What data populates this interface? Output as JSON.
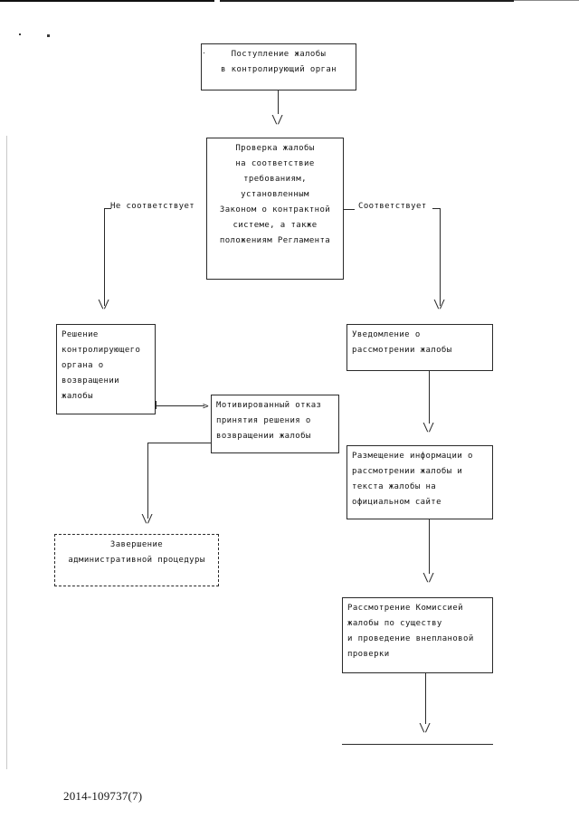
{
  "document": {
    "footer_code": "2014-109737(7)"
  },
  "flow": {
    "nodes": [
      {
        "id": "intake",
        "style": "solid",
        "align": "center",
        "lines": [
          "Поступление жалобы",
          "в контролирующий орган"
        ]
      },
      {
        "id": "check",
        "style": "solid",
        "align": "center",
        "lines": [
          "Проверка жалобы",
          "на соответствие",
          "требованиям,",
          "установленным",
          "Законом о контрактной",
          "системе, а также",
          "положениям Регламента"
        ]
      },
      {
        "id": "decision-return",
        "style": "solid",
        "align": "left",
        "lines": [
          "Решение",
          "контролирующего",
          "органа о",
          "возвращении",
          "жалобы"
        ]
      },
      {
        "id": "motivated-refusal",
        "style": "solid",
        "align": "left",
        "lines": [
          "Мотивированный отказ",
          "принятия решения о",
          "возвращении жалобы"
        ]
      },
      {
        "id": "completion",
        "style": "dashed",
        "align": "center",
        "lines": [
          "Завершение",
          "административной процедуры"
        ]
      },
      {
        "id": "notification",
        "style": "solid",
        "align": "left",
        "lines": [
          "Уведомление о",
          "рассмотрении жалобы"
        ]
      },
      {
        "id": "publication",
        "style": "solid",
        "align": "left",
        "lines": [
          "Размещение информации о",
          "рассмотрении жалобы и",
          "текста жалобы на",
          "официальном сайте"
        ]
      },
      {
        "id": "commission-review",
        "style": "solid",
        "align": "left",
        "lines": [
          "Рассмотрение Комиссией",
          "жалобы по существу",
          "и проведение внеплановой",
          "проверки"
        ]
      }
    ],
    "edge_labels": {
      "not_conforming": "Не соответствует",
      "conforming": "Соответствует"
    },
    "arrow_glyphs": {
      "down": "\\/",
      "right": ">"
    }
  }
}
